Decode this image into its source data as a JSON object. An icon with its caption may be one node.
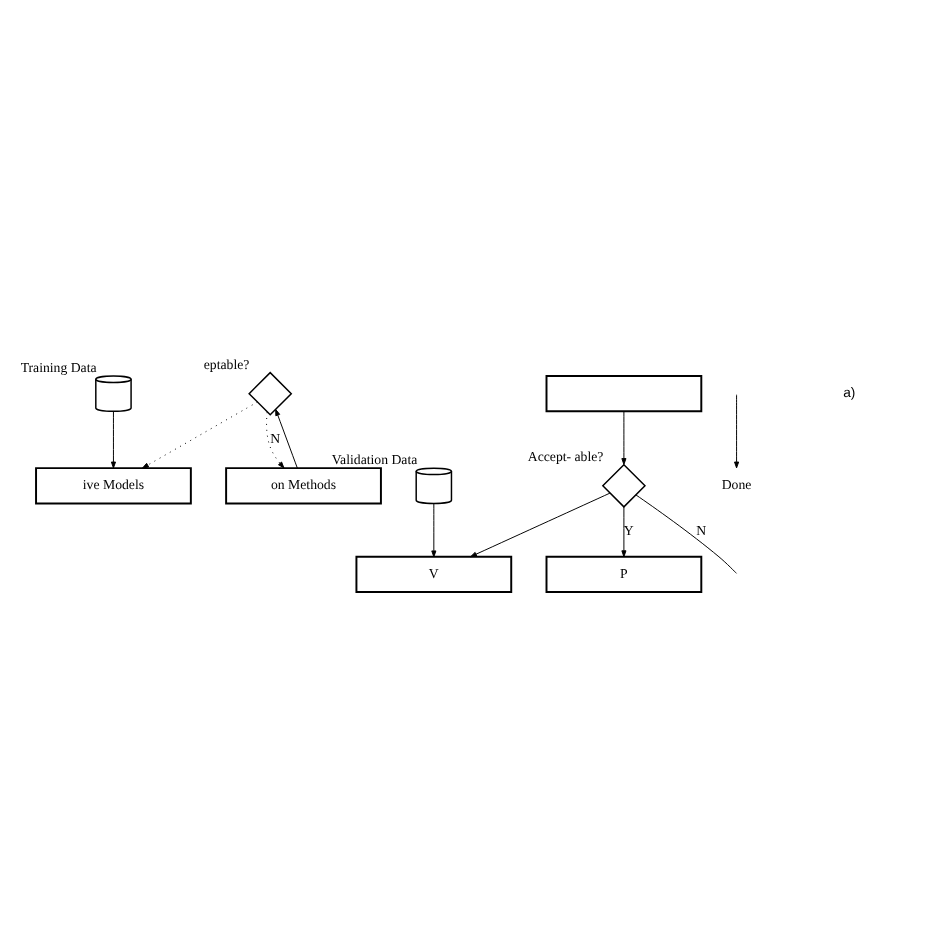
{
  "diagram": {
    "nodes": [
      {
        "text": [],
        "shape": "cylinder",
        "beside": [
          "Training Data"
        ]
      },
      {
        "text": [
          "ive Models"
        ]
      },
      {
        "text": [
          "on Methods"
        ]
      },
      {
        "text": [
          "eptable?"
        ]
      },
      {
        "text": [
          "Accept- able?"
        ]
      },
      {
        "text": [],
        "shape": "box"
      },
      {
        "text": [
          "P"
        ]
      },
      {
        "text": [
          "V"
        ]
      },
      {
        "text": [],
        "shape": "cylinder",
        "beside": [
          "Validation Data"
        ]
      },
      {
        "text": [
          "Done"
        ]
      }
    ],
    "edges": [
      {
        "from": 0,
        "to": 1,
        "arrow": "to"
      },
      {
        "from": 2,
        "to": 3,
        "arrow": "to"
      },
      {
        "from": 3,
        "to": 2,
        "arrow": "to",
        "label": "N",
        "style": "dashed"
      },
      {
        "from": 3,
        "to": 1,
        "arrow": "to",
        "style": "dashed"
      },
      {
        "from": 5,
        "to": 4,
        "arrow": "to"
      },
      {
        "from": 4,
        "to": null,
        "arrow": "none",
        "label": "N"
      },
      {
        "from": 4,
        "to": 6,
        "arrow": "to",
        "label": "Y"
      },
      {
        "from": 4,
        "to": 7,
        "arrow": "to"
      },
      {
        "from": 8,
        "to": 7,
        "arrow": "to"
      },
      {
        "from": null,
        "to": 9,
        "arrow": "to"
      }
    ],
    "labels": [
      "a)"
    ]
  }
}
